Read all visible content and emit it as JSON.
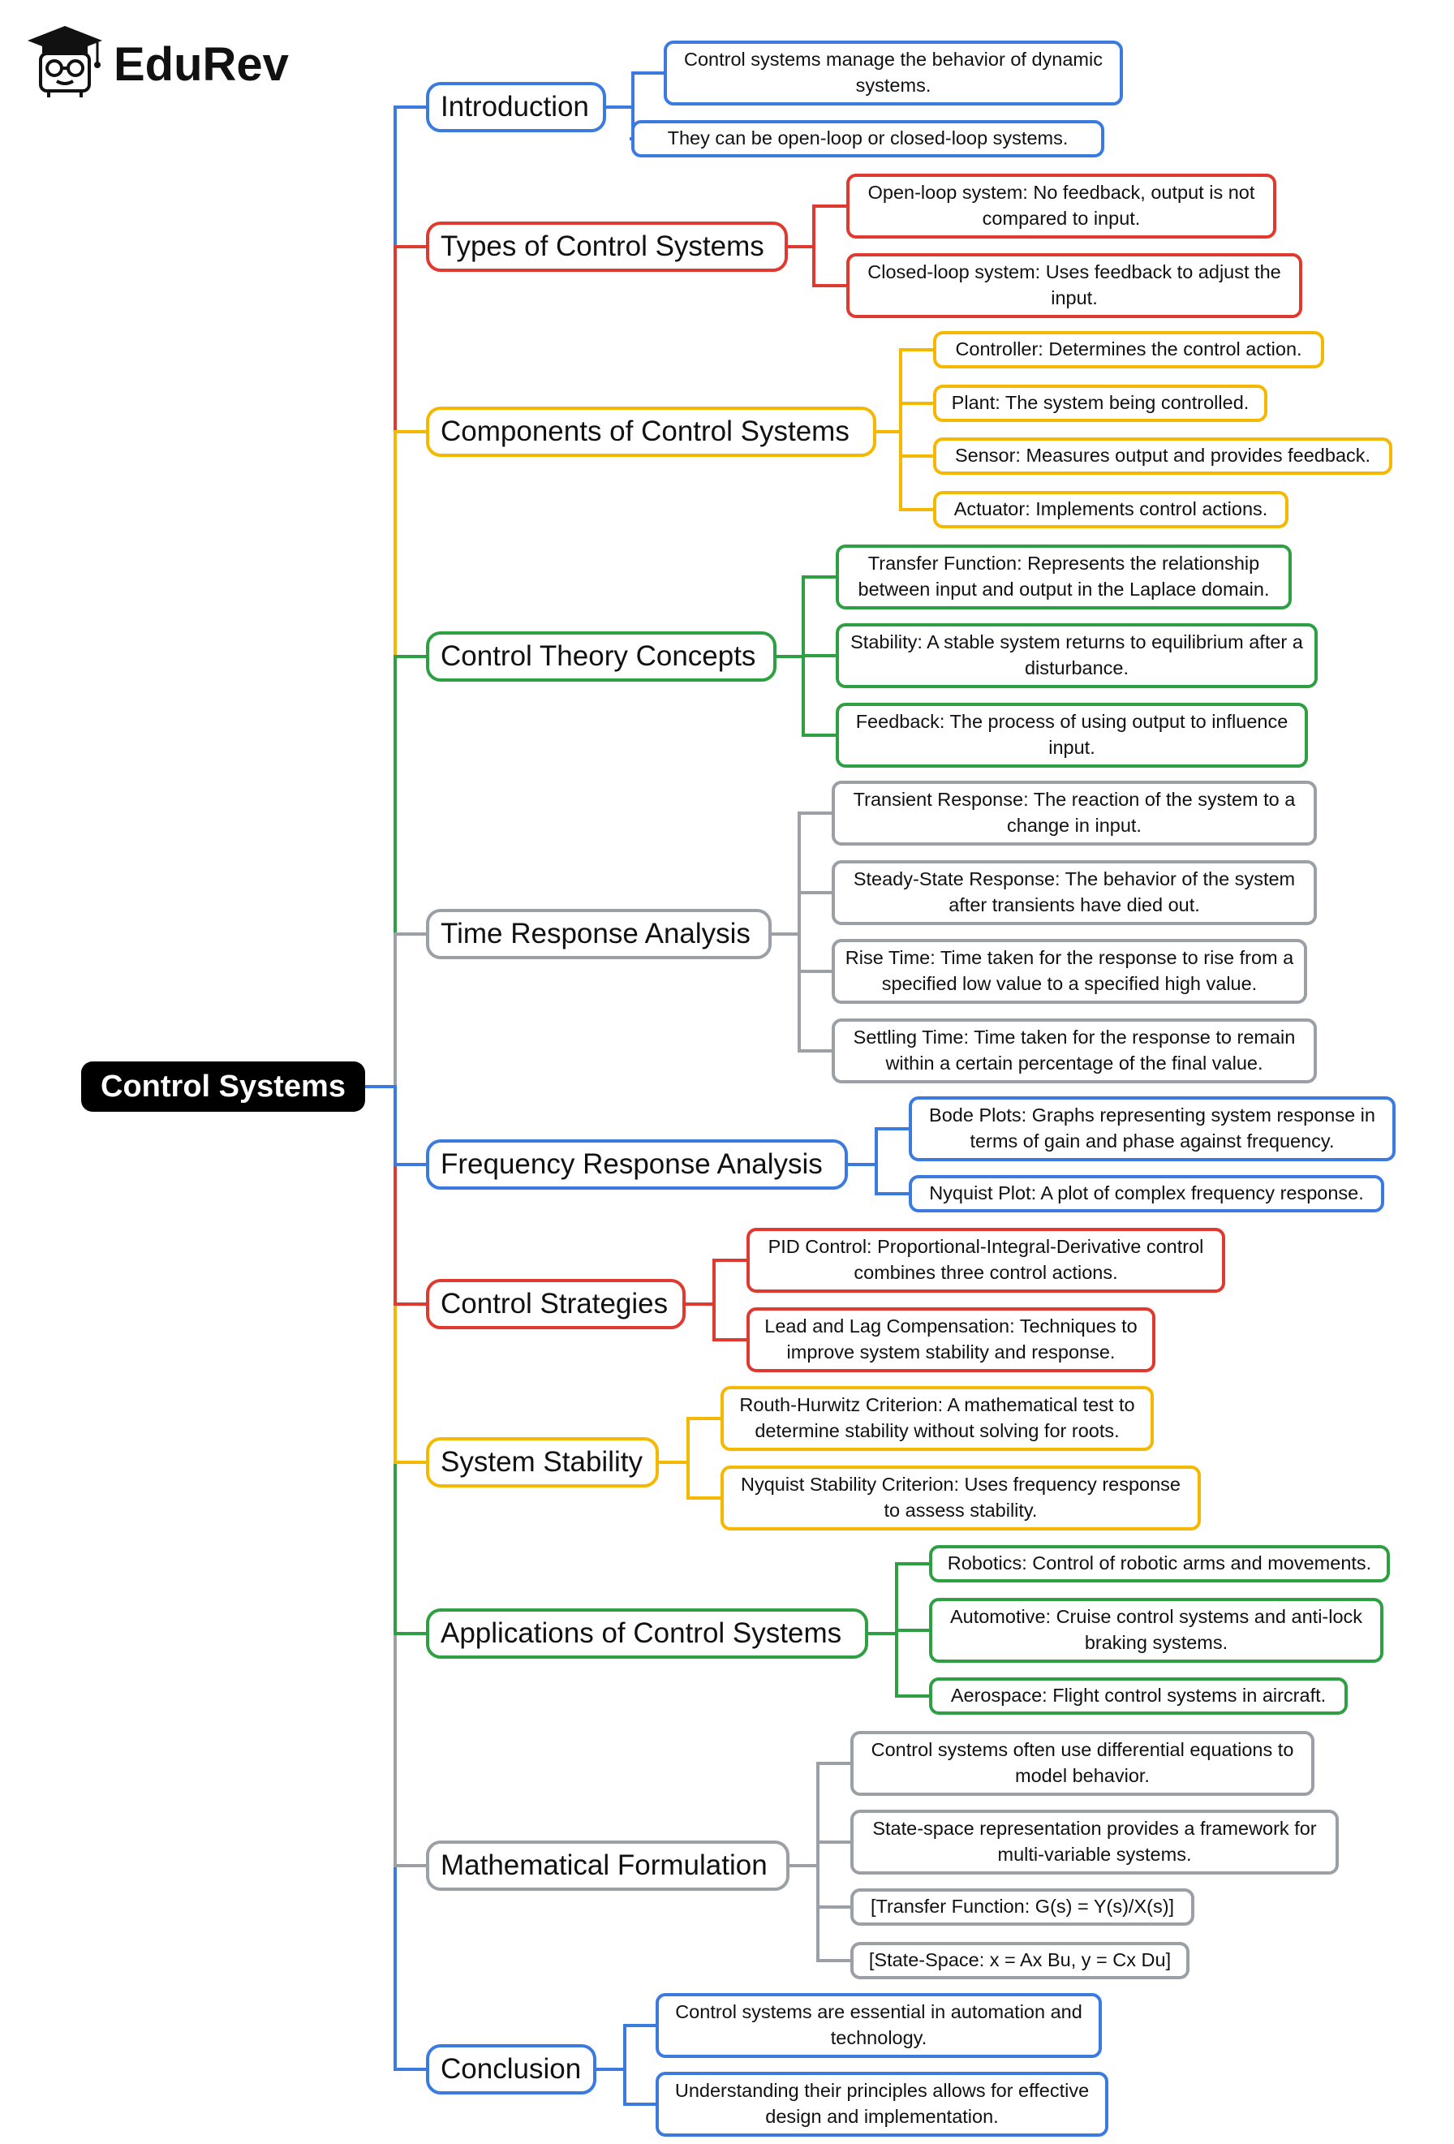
{
  "brand": {
    "name": "EduRev"
  },
  "colors": {
    "blue": "#3B7BE0",
    "red": "#E0392F",
    "yellow": "#F5B800",
    "green": "#2EA043",
    "gray": "#9AA0A6"
  },
  "root": {
    "label": "Control Systems"
  },
  "branches": [
    {
      "label": "Introduction",
      "color": "blue",
      "items": [
        "Control systems manage the behavior of dynamic systems.",
        "They can be open-loop or closed-loop systems."
      ]
    },
    {
      "label": "Types of Control Systems",
      "color": "red",
      "items": [
        "Open-loop system: No feedback, output is not compared to input.",
        "Closed-loop system: Uses feedback to adjust the input."
      ]
    },
    {
      "label": "Components of Control Systems",
      "color": "yellow",
      "items": [
        "Controller: Determines the control action.",
        "Plant: The system being controlled.",
        "Sensor: Measures output and provides feedback.",
        "Actuator: Implements control actions."
      ]
    },
    {
      "label": "Control Theory Concepts",
      "color": "green",
      "items": [
        "Transfer Function: Represents the relationship between input and output in the Laplace domain.",
        "Stability: A stable system returns to equilibrium after a disturbance.",
        "Feedback: The process of using output to influence input."
      ]
    },
    {
      "label": "Time Response Analysis",
      "color": "gray",
      "items": [
        "Transient Response: The reaction of the system to a change in input.",
        "Steady-State Response: The behavior of the system after transients have died out.",
        "Rise Time: Time taken for the response to rise from a specified low value to a specified high value.",
        "Settling Time: Time taken for the response to remain within a certain percentage of the final value."
      ]
    },
    {
      "label": "Frequency Response Analysis",
      "color": "blue",
      "items": [
        "Bode Plots: Graphs representing system response in terms of gain and phase against frequency.",
        "Nyquist Plot: A plot of complex frequency response."
      ]
    },
    {
      "label": "Control Strategies",
      "color": "red",
      "items": [
        "PID Control: Proportional-Integral-Derivative control combines three control actions.",
        "Lead and Lag Compensation: Techniques to improve system stability and response."
      ]
    },
    {
      "label": "System Stability",
      "color": "yellow",
      "items": [
        "Routh-Hurwitz Criterion: A mathematical test to determine stability without solving for roots.",
        "Nyquist Stability Criterion: Uses frequency response to assess stability."
      ]
    },
    {
      "label": "Applications of Control Systems",
      "color": "green",
      "items": [
        "Robotics: Control of robotic arms and movements.",
        "Automotive: Cruise control systems and anti-lock braking systems.",
        "Aerospace: Flight control systems in aircraft."
      ]
    },
    {
      "label": "Mathematical Formulation",
      "color": "gray",
      "items": [
        "Control systems often use differential equations to model behavior.",
        "State-space representation provides a framework for multi-variable systems.",
        "[Transfer Function: G(s) = Y(s)/X(s)]",
        "[State-Space: x = Ax Bu, y = Cx Du]"
      ]
    },
    {
      "label": "Conclusion",
      "color": "blue",
      "items": [
        "Control systems are essential in automation and technology.",
        "Understanding their principles allows for effective design and implementation."
      ]
    }
  ]
}
